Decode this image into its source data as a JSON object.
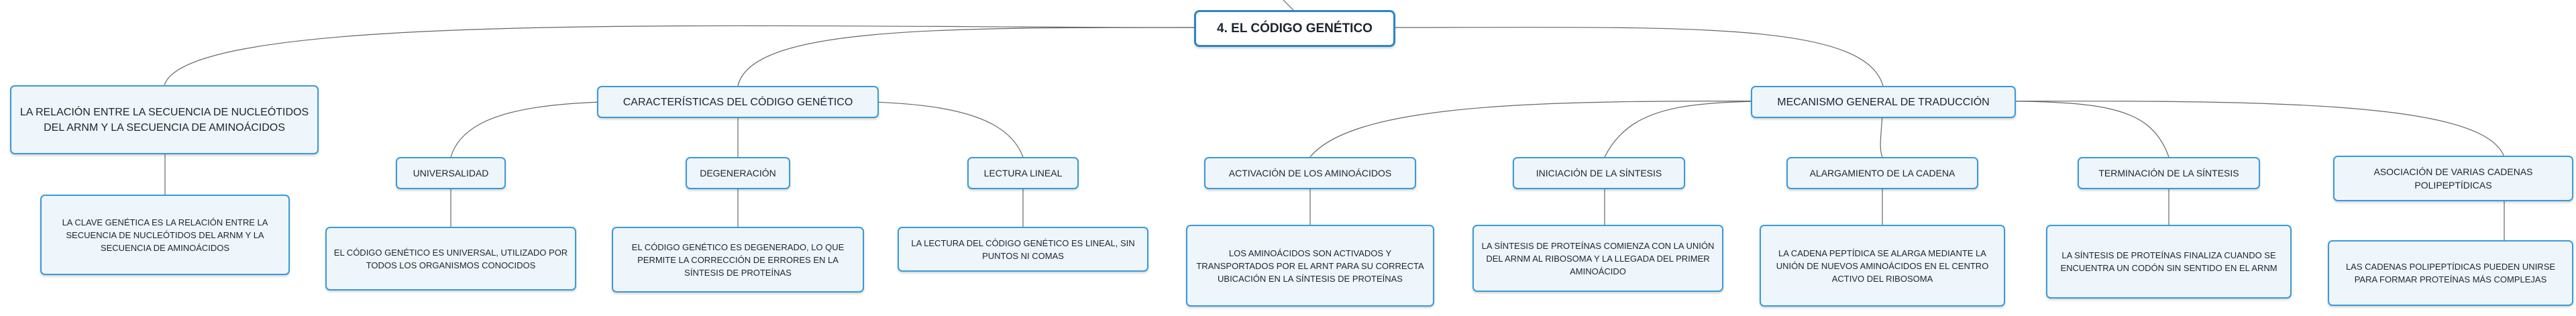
{
  "title": "4. EL CÓDIGO GENÉTICO",
  "branches": {
    "relacion": {
      "label": "LA RELACIÓN ENTRE LA SECUENCIA DE NUCLEÓTIDOS DEL ARNM Y LA SECUENCIA DE AMINOÁCIDOS",
      "detail": "LA CLAVE GENÉTICA ES LA RELACIÓN ENTRE LA SECUENCIA DE NUCLEÓTIDOS DEL ARNM Y LA SECUENCIA DE AMINOÁCIDOS"
    },
    "caracteristicas": {
      "label": "CARACTERÍSTICAS DEL CÓDIGO GENÉTICO",
      "children": [
        {
          "label": "UNIVERSALIDAD",
          "detail": "EL CÓDIGO GENÉTICO ES UNIVERSAL, UTILIZADO POR TODOS LOS ORGANISMOS CONOCIDOS"
        },
        {
          "label": "DEGENERACIÓN",
          "detail": "EL CÓDIGO GENÉTICO ES DEGENERADO, LO QUE PERMITE LA CORRECCIÓN DE ERRORES EN LA SÍNTESIS DE PROTEÍNAS"
        },
        {
          "label": "LECTURA LINEAL",
          "detail": "LA LECTURA DEL CÓDIGO GENÉTICO ES LINEAL, SIN PUNTOS NI COMAS"
        }
      ]
    },
    "mecanismo": {
      "label": "MECANISMO GENERAL DE TRADUCCIÓN",
      "children": [
        {
          "label": "ACTIVACIÓN DE LOS AMINOÁCIDOS",
          "detail": "LOS AMINOÁCIDOS SON ACTIVADOS Y TRANSPORTADOS POR EL ARNT PARA SU CORRECTA UBICACIÓN EN LA SÍNTESIS DE PROTEÍNAS"
        },
        {
          "label": "INICIACIÓN DE LA SÍNTESIS",
          "detail": "LA SÍNTESIS DE PROTEÍNAS COMIENZA CON LA UNIÓN DEL ARNM AL RIBOSOMA Y LA LLEGADA DEL PRIMER AMINOÁCIDO"
        },
        {
          "label": "ALARGAMIENTO DE LA CADENA",
          "detail": "LA CADENA PEPTÍDICA SE ALARGA MEDIANTE LA UNIÓN DE NUEVOS AMINOÁCIDOS EN EL CENTRO ACTIVO DEL RIBOSOMA"
        },
        {
          "label": "TERMINACIÓN DE LA SÍNTESIS",
          "detail": "LA SÍNTESIS DE PROTEÍNAS FINALIZA CUANDO SE ENCUENTRA UN CODÓN SIN SENTIDO EN EL ARNM"
        },
        {
          "label": "ASOCIACIÓN DE VARIAS CADENAS POLIPEPTÍDICAS",
          "detail": "LAS CADENAS POLIPEPTÍDICAS PUEDEN UNIRSE PARA FORMAR PROTEÍNAS MÁS COMPLEJAS"
        }
      ]
    }
  }
}
